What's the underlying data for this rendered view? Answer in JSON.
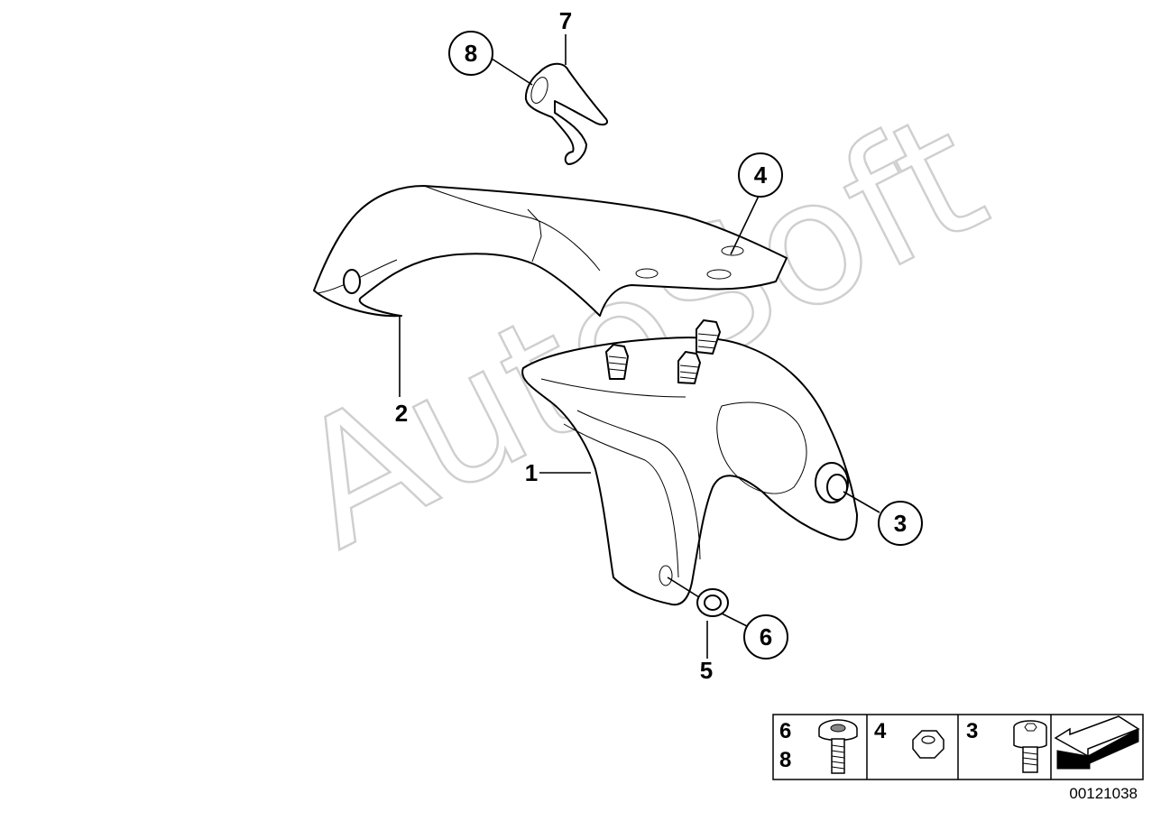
{
  "callouts": {
    "c1": "1",
    "c2": "2",
    "c3": "3",
    "c4": "4",
    "c5": "5",
    "c6": "6",
    "c7": "7",
    "c8": "8"
  },
  "legend": {
    "cell1_top": "6",
    "cell1_bottom": "8",
    "cell2": "4",
    "cell3": "3"
  },
  "watermark": "AutoSoft",
  "document_number": "00121038"
}
